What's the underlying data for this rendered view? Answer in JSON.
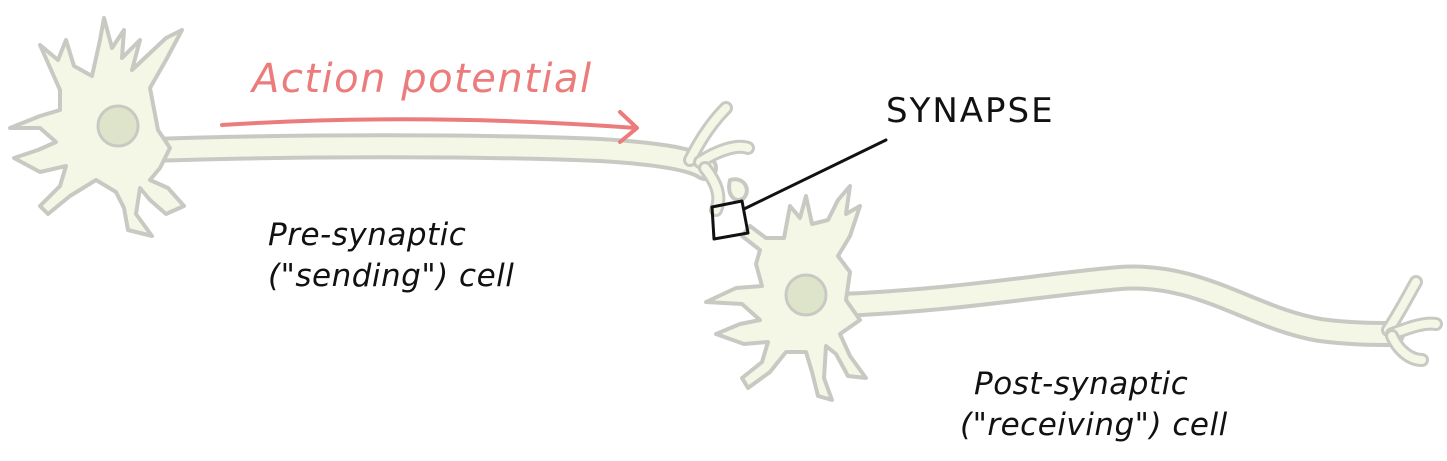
{
  "labels": {
    "action_potential": "Action potential",
    "synapse": "SYNAPSE",
    "pre_line1": "Pre-synaptic",
    "pre_line2": "(\"sending\") cell",
    "post_line1": "Post-synaptic",
    "post_line2": "(\"receiving\") cell"
  },
  "colors": {
    "cell_fill": "#f4f6e6",
    "cell_outline": "#c9c9c4",
    "nucleus_fill": "#dde4c9",
    "action_potential": "#ec7c7c",
    "ink": "#111111"
  }
}
